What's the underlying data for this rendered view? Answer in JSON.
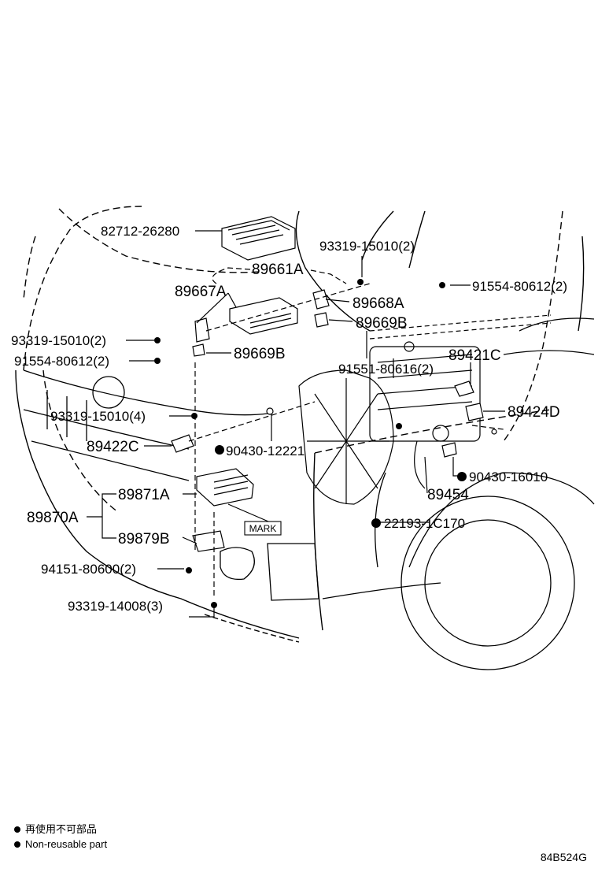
{
  "labels": {
    "p_82712": "82712-26280",
    "p_93319_a": "93319-15010(2)",
    "p_89661A": "89661A",
    "p_91554_a": "91554-80612(2)",
    "p_89667A": "89667A",
    "p_89668A": "89668A",
    "p_89669B_a": "89669B",
    "p_93319_b": "93319-15010(2)",
    "p_89669B_b": "89669B",
    "p_91554_b": "91554-80612(2)",
    "p_91551": "91551-80616(2)",
    "p_89421C": "89421C",
    "p_93319_c": "93319-15010(4)",
    "p_89424D": "89424D",
    "p_89422C": "89422C",
    "p_90430_a": "90430-12221",
    "p_90430_b": "90430-16010",
    "p_89871A": "89871A",
    "p_89454": "89454",
    "p_89870A": "89870A",
    "mark": "MARK",
    "p_22193": "22193-1C170",
    "p_89879B": "89879B",
    "p_94151": "94151-80600(2)",
    "p_93319_d": "93319-14008(3)"
  },
  "legend": {
    "jp": "再使用不可部品",
    "en": "Non-reusable part"
  },
  "reference": "84B524G",
  "icons": {
    "non_reusable": "filled-circle"
  }
}
